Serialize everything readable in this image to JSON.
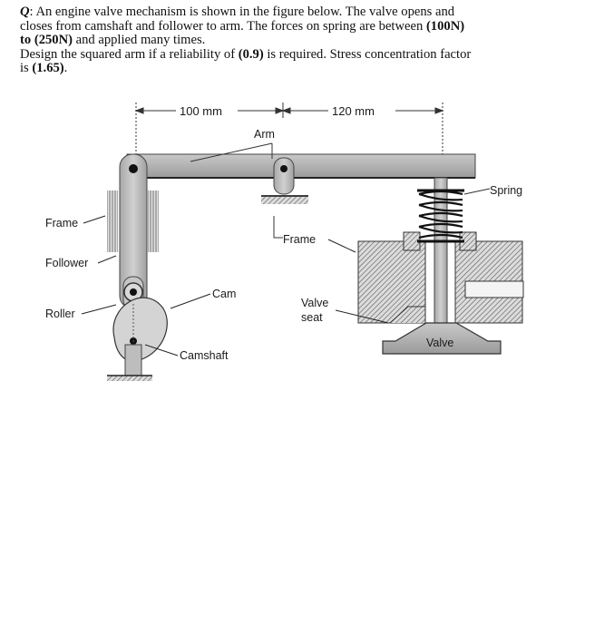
{
  "question": {
    "q_label": "Q",
    "line1_a": ": An engine valve mechanism is shown in the figure below. The valve opens and",
    "line2": "closes from camshaft and follower to arm. The forces on spring are between",
    "force_min": "(100N)",
    "line3_a": "to",
    "force_max": "(250N)",
    "line3_b": " and applied many times.",
    "line4_a": "Design the squared arm if a reliability of ",
    "reliability": "(0.9)",
    "line4_b": " is required. Stress concentration factor",
    "line5_a": "is ",
    "kt": "(1.65)",
    "line5_b": "."
  },
  "figure": {
    "dim_left": "100 mm",
    "dim_right": "120 mm",
    "labels": {
      "arm": "Arm",
      "spring": "Spring",
      "frame_left": "Frame",
      "frame_center": "Frame",
      "follower": "Follower",
      "cam": "Cam",
      "valve_seat_1": "Valve",
      "valve_seat_2": "seat",
      "roller": "Roller",
      "valve": "Valve",
      "camshaft": "Camshaft"
    }
  }
}
